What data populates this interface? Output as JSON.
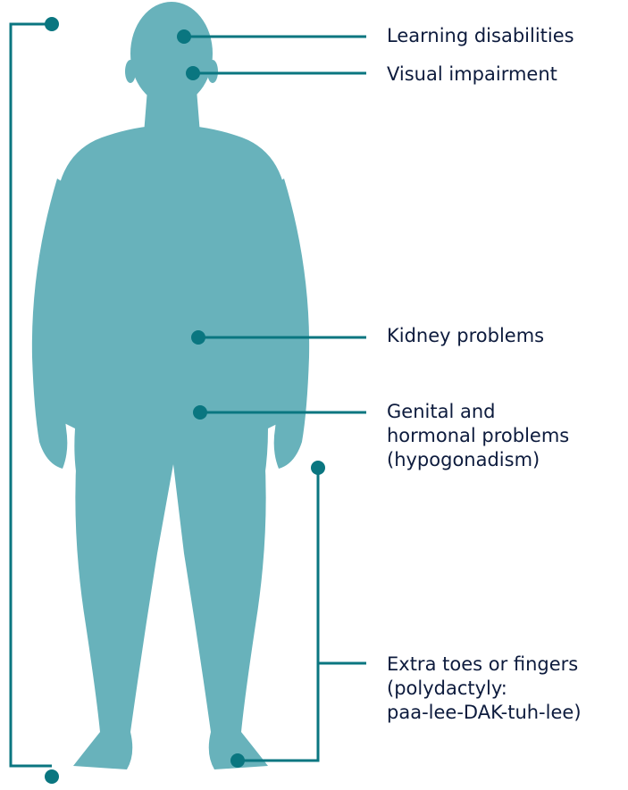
{
  "colors": {
    "body": "#68b2bb",
    "connector": "#0a7680",
    "text": "#0d1b3d"
  },
  "callouts": [
    {
      "id": "learning",
      "lines": [
        "Learning disabilities"
      ]
    },
    {
      "id": "visual",
      "lines": [
        "Visual impairment"
      ]
    },
    {
      "id": "kidney",
      "lines": [
        "Kidney problems"
      ]
    },
    {
      "id": "genital",
      "lines": [
        "Genital and",
        "hormonal problems",
        "(hypogonadism)"
      ]
    },
    {
      "id": "polydactyly",
      "lines": [
        "Extra toes or fingers",
        "(polydactyly:",
        "paa-lee-DAK-tuh-lee)"
      ]
    }
  ]
}
